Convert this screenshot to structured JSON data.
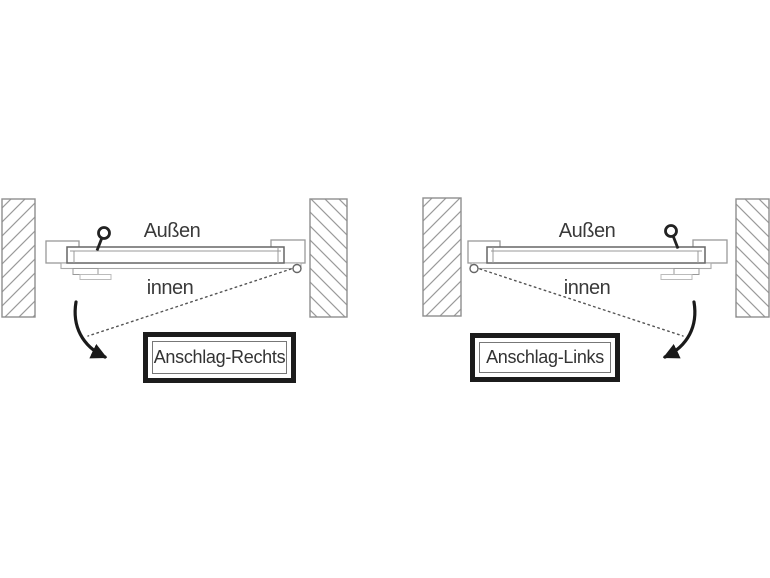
{
  "panels": [
    {
      "caption": "Anschlag-Rechts",
      "outside_label": "Außen",
      "inside_label": "innen"
    },
    {
      "caption": "Anschlag-Links",
      "outside_label": "Außen",
      "inside_label": "innen"
    }
  ],
  "colors": {
    "background": "#ffffff",
    "wall_hatch": "#9a9a9a",
    "wall_outline": "#8f8f8f",
    "door_line": "#666666",
    "frame_line": "#999999",
    "strip_line": "#aaaaaa",
    "handle": "#222222",
    "arrow": "#1a1a1a",
    "dotted_line": "#555555",
    "label_text": "#3a3a3a",
    "caption_border": "#1c1c1c",
    "caption_text": "#333333"
  }
}
